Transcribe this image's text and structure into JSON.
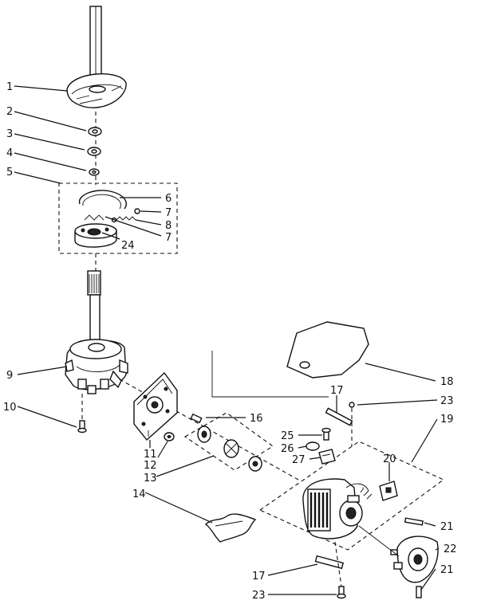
{
  "labels": {
    "l1": "1",
    "l2": "2",
    "l3": "3",
    "l4": "4",
    "l5": "5",
    "l6": "6",
    "l7a": "7",
    "l8": "8",
    "l7b": "7",
    "l24": "24",
    "l9": "9",
    "l10": "10",
    "l11": "11",
    "l12": "12",
    "l13": "13",
    "l14": "14",
    "l16": "16",
    "l17a": "17",
    "l23a": "23",
    "l18": "18",
    "l19": "19",
    "l20": "20",
    "l25": "25",
    "l26": "26",
    "l27": "27",
    "l21a": "21",
    "l22": "22",
    "l21b": "21",
    "l17b": "17",
    "l23b": "23"
  }
}
